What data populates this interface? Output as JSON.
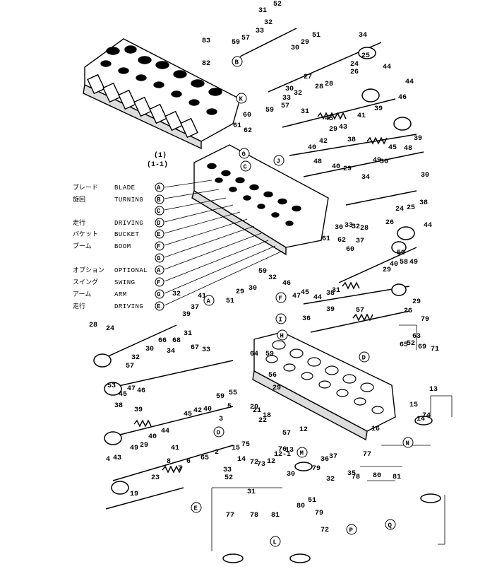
{
  "legend": [
    {
      "jp": "ブレード",
      "en": "BLADE",
      "code": "A"
    },
    {
      "jp": "旋回",
      "en": "TURNING",
      "code": "B"
    },
    {
      "jp": "",
      "en": "",
      "code": "C"
    },
    {
      "jp": "走行",
      "en": "DRIVING",
      "code": "D"
    },
    {
      "jp": "バケット",
      "en": "BUCKET",
      "code": "E"
    },
    {
      "jp": "ブーム",
      "en": "BOOM",
      "code": "F"
    },
    {
      "jp": "",
      "en": "",
      "code": "G"
    },
    {
      "jp": "オプション",
      "en": "OPTIONAL",
      "code": "A"
    },
    {
      "jp": "スイング",
      "en": "SWING",
      "code": "F"
    },
    {
      "jp": "アーム",
      "en": "ARM",
      "code": "G"
    },
    {
      "jp": "走行",
      "en": "DRIVING",
      "code": "E"
    }
  ],
  "assembly_labels": {
    "main": "(1)",
    "sub": "(1-1)"
  },
  "part_numbers": [
    "52",
    "31",
    "32",
    "33",
    "83",
    "57",
    "59",
    "51",
    "29",
    "30",
    "34",
    "25",
    "82",
    "24",
    "26",
    "44",
    "28",
    "27",
    "K",
    "32",
    "33",
    "30",
    "28",
    "59",
    "57",
    "31",
    "39",
    "41",
    "45",
    "43",
    "29",
    "60",
    "61",
    "62",
    "46",
    "44",
    "40",
    "42",
    "39",
    "38",
    "45",
    "48",
    "49",
    "30",
    "48",
    "40",
    "29",
    "30",
    "34",
    "38",
    "25",
    "24",
    "26",
    "28",
    "32",
    "33",
    "30",
    "61",
    "62",
    "60",
    "44",
    "37",
    "36",
    "39",
    "58",
    "59",
    "40",
    "29",
    "49",
    "46",
    "47",
    "45",
    "44",
    "38",
    "31",
    "57",
    "59",
    "32",
    "33",
    "30",
    "29",
    "51",
    "32",
    "39",
    "41",
    "37",
    "34",
    "29",
    "26",
    "28",
    "24",
    "30",
    "32",
    "57",
    "31",
    "68",
    "66",
    "67",
    "79",
    "71",
    "69",
    "52",
    "63",
    "65",
    "64",
    "59",
    "56",
    "29",
    "57",
    "55",
    "53",
    "45",
    "47",
    "46",
    "38",
    "39",
    "40",
    "29",
    "49",
    "44",
    "41",
    "43",
    "45",
    "42",
    "40",
    "59",
    "8",
    "7",
    "6",
    "65",
    "2",
    "3",
    "5",
    "4",
    "19",
    "23",
    "20",
    "21",
    "22",
    "18",
    "12",
    "13",
    "15",
    "14",
    "74",
    "75",
    "76",
    "72",
    "73",
    "12",
    "12-1",
    "13",
    "14",
    "15",
    "16",
    "77",
    "78",
    "80",
    "81",
    "79",
    "36",
    "37",
    "35",
    "51",
    "30",
    "32",
    "33",
    "52",
    "31",
    "77",
    "78",
    "81",
    "80",
    "79",
    "72"
  ],
  "circled_letters": [
    "A",
    "B",
    "C",
    "D",
    "E",
    "F",
    "G",
    "H",
    "I",
    "J",
    "K",
    "L",
    "M",
    "N",
    "O",
    "P",
    "Q"
  ]
}
